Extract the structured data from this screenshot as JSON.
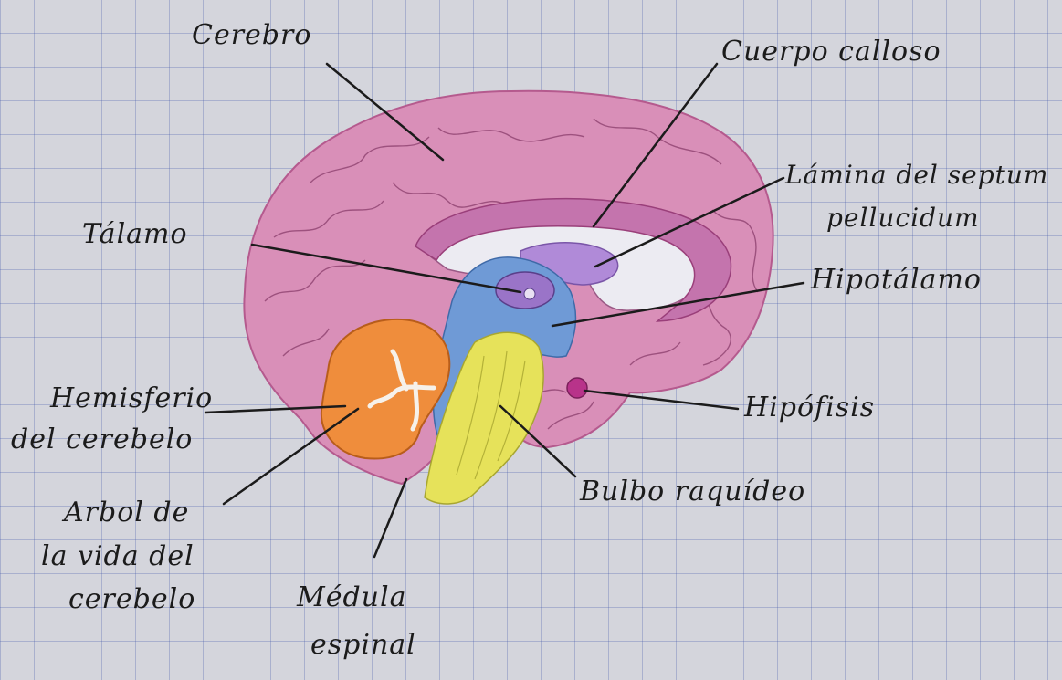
{
  "labels": {
    "cerebro": "Cerebro",
    "cuerpo_calloso": "Cuerpo calloso",
    "lamina_line1": "Lámina del septum",
    "lamina_line2": "pellucidum",
    "talamo": "Tálamo",
    "hipotalamo": "Hipotálamo",
    "hemisferio_line1": "Hemisferio",
    "hemisferio_line2": "del cerebelo",
    "hipofisis": "Hipófisis",
    "bulbo": "Bulbo raquídeo",
    "arbol_line1": "Arbol de",
    "arbol_line2": "la vida del",
    "arbol_line3": "cerebelo",
    "medula_line1": "Médula",
    "medula_line2": "espinal"
  },
  "colors": {
    "cerebrum": "#d98fb8",
    "corpus_callosum": "#c474ad",
    "septum": "#b08ad8",
    "thalamus": "#9a74c8",
    "diencephalon": "#6f9ad6",
    "cerebellum": "#ef8d3c",
    "brainstem": "#e6e25a",
    "pituitary": "#b8338a",
    "ink": "#1b1b1b"
  }
}
